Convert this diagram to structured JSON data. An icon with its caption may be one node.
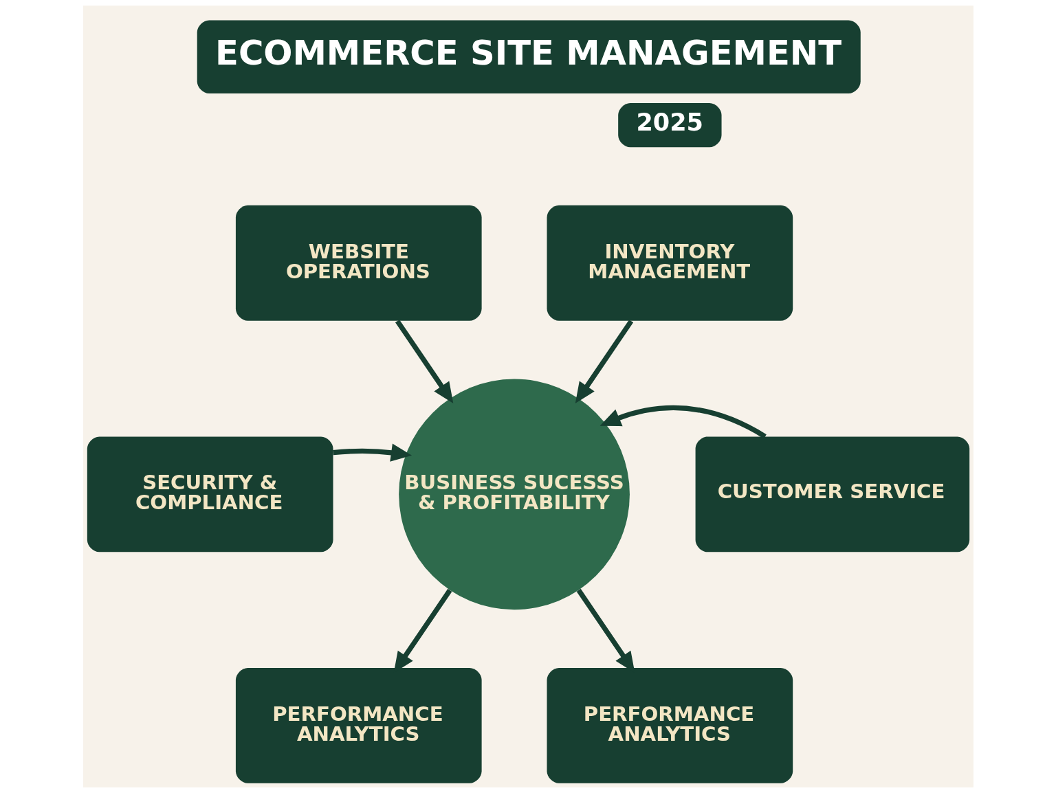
{
  "diagram": {
    "title": "ECOMMERCE SITE MANAGEMENT",
    "nodes": [
      {
        "text": [
          "WEBSITE OPERATIONS"
        ]
      },
      {
        "text": [
          "INVENTORY MANAGEMENT"
        ]
      },
      {
        "text": [
          "BUSINESS SUCESSS & PROFITABILITY"
        ]
      },
      {
        "text": [
          "SECURITY & COMPLIANCE"
        ]
      },
      {
        "text": [
          "CUSTOMER SERVICE"
        ]
      },
      {
        "text": [
          "PERFORMANCE ANALYTICS"
        ]
      },
      {
        "text": [
          "PERFORMANCE ANALYTICS"
        ]
      }
    ],
    "edges": [
      {
        "from": 0,
        "to": 2,
        "arrow": "to"
      },
      {
        "from": 1,
        "to": 2,
        "arrow": "to"
      },
      {
        "from": 3,
        "to": 2,
        "arrow": "to"
      },
      {
        "from": 4,
        "to": 2,
        "arrow": "to"
      },
      {
        "from": 2,
        "to": 5,
        "arrow": "to"
      },
      {
        "from": 2,
        "to": 6,
        "arrow": "to"
      }
    ],
    "labels": [
      "2025"
    ]
  }
}
